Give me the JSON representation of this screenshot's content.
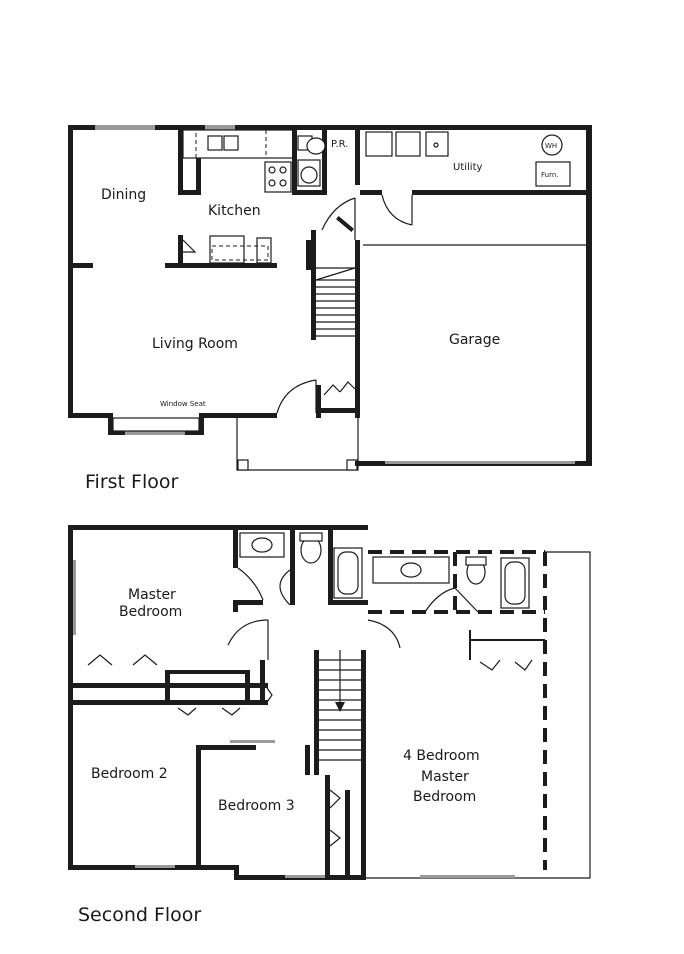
{
  "first_floor": {
    "title": "First Floor",
    "rooms": {
      "dining": "Dining",
      "kitchen": "Kitchen",
      "powder_room": "P.R.",
      "utility": "Utility",
      "water_heater": "WH",
      "furnace": "Furn.",
      "living_room": "Living Room",
      "window_seat": "Window Seat",
      "garage": "Garage"
    }
  },
  "second_floor": {
    "title": "Second Floor",
    "rooms": {
      "master_bedroom_line1": "Master",
      "master_bedroom_line2": "Bedroom",
      "bedroom_2": "Bedroom 2",
      "bedroom_3": "Bedroom 3",
      "four_bedroom_line1": "4 Bedroom",
      "four_bedroom_line2": "Master",
      "four_bedroom_line3": "Bedroom"
    }
  }
}
